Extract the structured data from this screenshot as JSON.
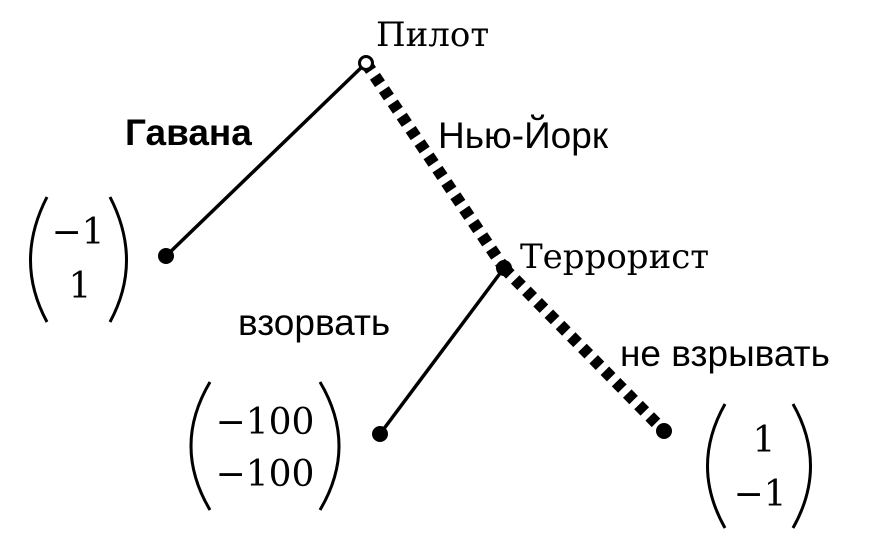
{
  "nodes": {
    "root": {
      "label": "Пилот"
    },
    "inner": {
      "label": "Террорист"
    }
  },
  "edges": {
    "havana": {
      "label": "Гавана"
    },
    "newyork": {
      "label": "Нью-Йорк"
    },
    "explode": {
      "label": "взорвать"
    },
    "noexplode": {
      "label": "не взрывать"
    }
  },
  "payoffs": {
    "havana": {
      "top": "−1",
      "bottom": "1"
    },
    "explode": {
      "top": "−100",
      "bottom": "−100"
    },
    "noexplode": {
      "top": "1",
      "bottom": "−1"
    }
  }
}
